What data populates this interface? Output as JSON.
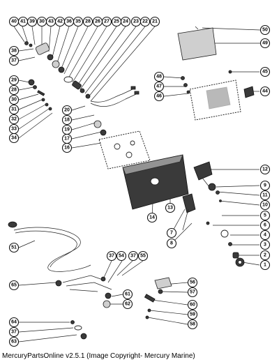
{
  "caption": "MercuryPartsOnline v2.5.1 (Image Copyright- Mercury Marine)",
  "callouts": {
    "c40": "40",
    "c41": "41",
    "c39": "39",
    "c30a": "30",
    "c43": "43",
    "c42": "42",
    "c36": "36",
    "c35": "35",
    "c28": "28",
    "c26": "26",
    "c27": "27",
    "c25": "25",
    "c24": "24",
    "c23": "23",
    "c22": "22",
    "c21": "21",
    "c38": "38",
    "c37a": "37",
    "c29": "29",
    "c28b": "28",
    "c30b": "30",
    "c31": "31",
    "c32": "32",
    "c33": "33",
    "c34": "34",
    "c20": "20",
    "c18": "18",
    "c19": "19",
    "c17": "17",
    "c16": "16",
    "c50": "50",
    "c49": "49",
    "c48": "48",
    "c47": "47",
    "c46": "46",
    "c45": "45",
    "c44": "44",
    "c12": "12",
    "c9": "9",
    "c11": "11",
    "c10": "10",
    "c13": "13",
    "c14": "14",
    "c7": "7",
    "c8": "8",
    "c5": "5",
    "c6": "6",
    "c4": "4",
    "c3": "3",
    "c2": "2",
    "c1": "1",
    "c51": "51",
    "c37b": "37",
    "c54": "54",
    "c37c": "37",
    "c55": "55",
    "c56": "56",
    "c57": "57",
    "c65": "65",
    "c61": "61",
    "c62": "62",
    "c60": "60",
    "c59": "59",
    "c58": "58",
    "c64": "64",
    "c37d": "37",
    "c63": "63"
  }
}
